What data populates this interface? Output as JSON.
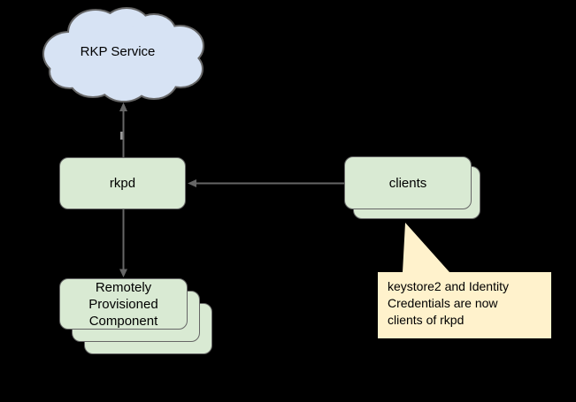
{
  "colors": {
    "background": "#000000",
    "cloud_fill": "#d7e3f4",
    "box_fill": "#d9ead3",
    "callout_fill": "#fff2cc",
    "stroke": "#666666",
    "arrow": "#666666",
    "tick": "#999999",
    "text": "#000000"
  },
  "diagram": {
    "cloud": {
      "label": "RKP Service"
    },
    "rkpd": {
      "label": "rkpd"
    },
    "clients": {
      "label": "clients"
    },
    "component": {
      "label": "Remotely\nProvisioned\nComponent"
    },
    "callout": {
      "text": "keystore2 and Identity\nCredentials are now\nclients of rkpd"
    },
    "arrows": [
      {
        "name": "rkpd-to-rkp-service",
        "direction": "up"
      },
      {
        "name": "clients-to-rkpd",
        "direction": "left"
      },
      {
        "name": "rkpd-to-component",
        "direction": "down"
      }
    ]
  }
}
